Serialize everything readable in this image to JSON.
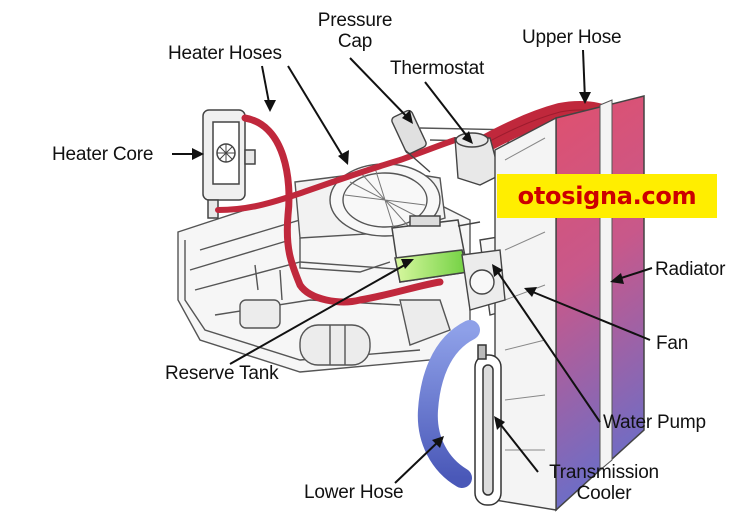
{
  "labels": {
    "pressure_cap_line1": "Pressure",
    "pressure_cap_line2": "Cap",
    "heater_hoses": "Heater Hoses",
    "thermostat": "Thermostat",
    "upper_hose": "Upper Hose",
    "heater_core": "Heater Core",
    "radiator": "Radiator",
    "fan": "Fan",
    "reserve_tank": "Reserve Tank",
    "water_pump": "Water Pump",
    "lower_hose": "Lower Hose",
    "transmission_cooler_line1": "Transmission",
    "transmission_cooler_line2": "Cooler"
  },
  "watermark": {
    "text": "otosigna.com"
  },
  "colors": {
    "hose": "#c0283c",
    "coolant": "#88e060",
    "radiator_top": "#e0506e",
    "radiator_bottom": "#6870c8",
    "watermark_bg": "#ffee00",
    "watermark_text": "#cc0000"
  }
}
